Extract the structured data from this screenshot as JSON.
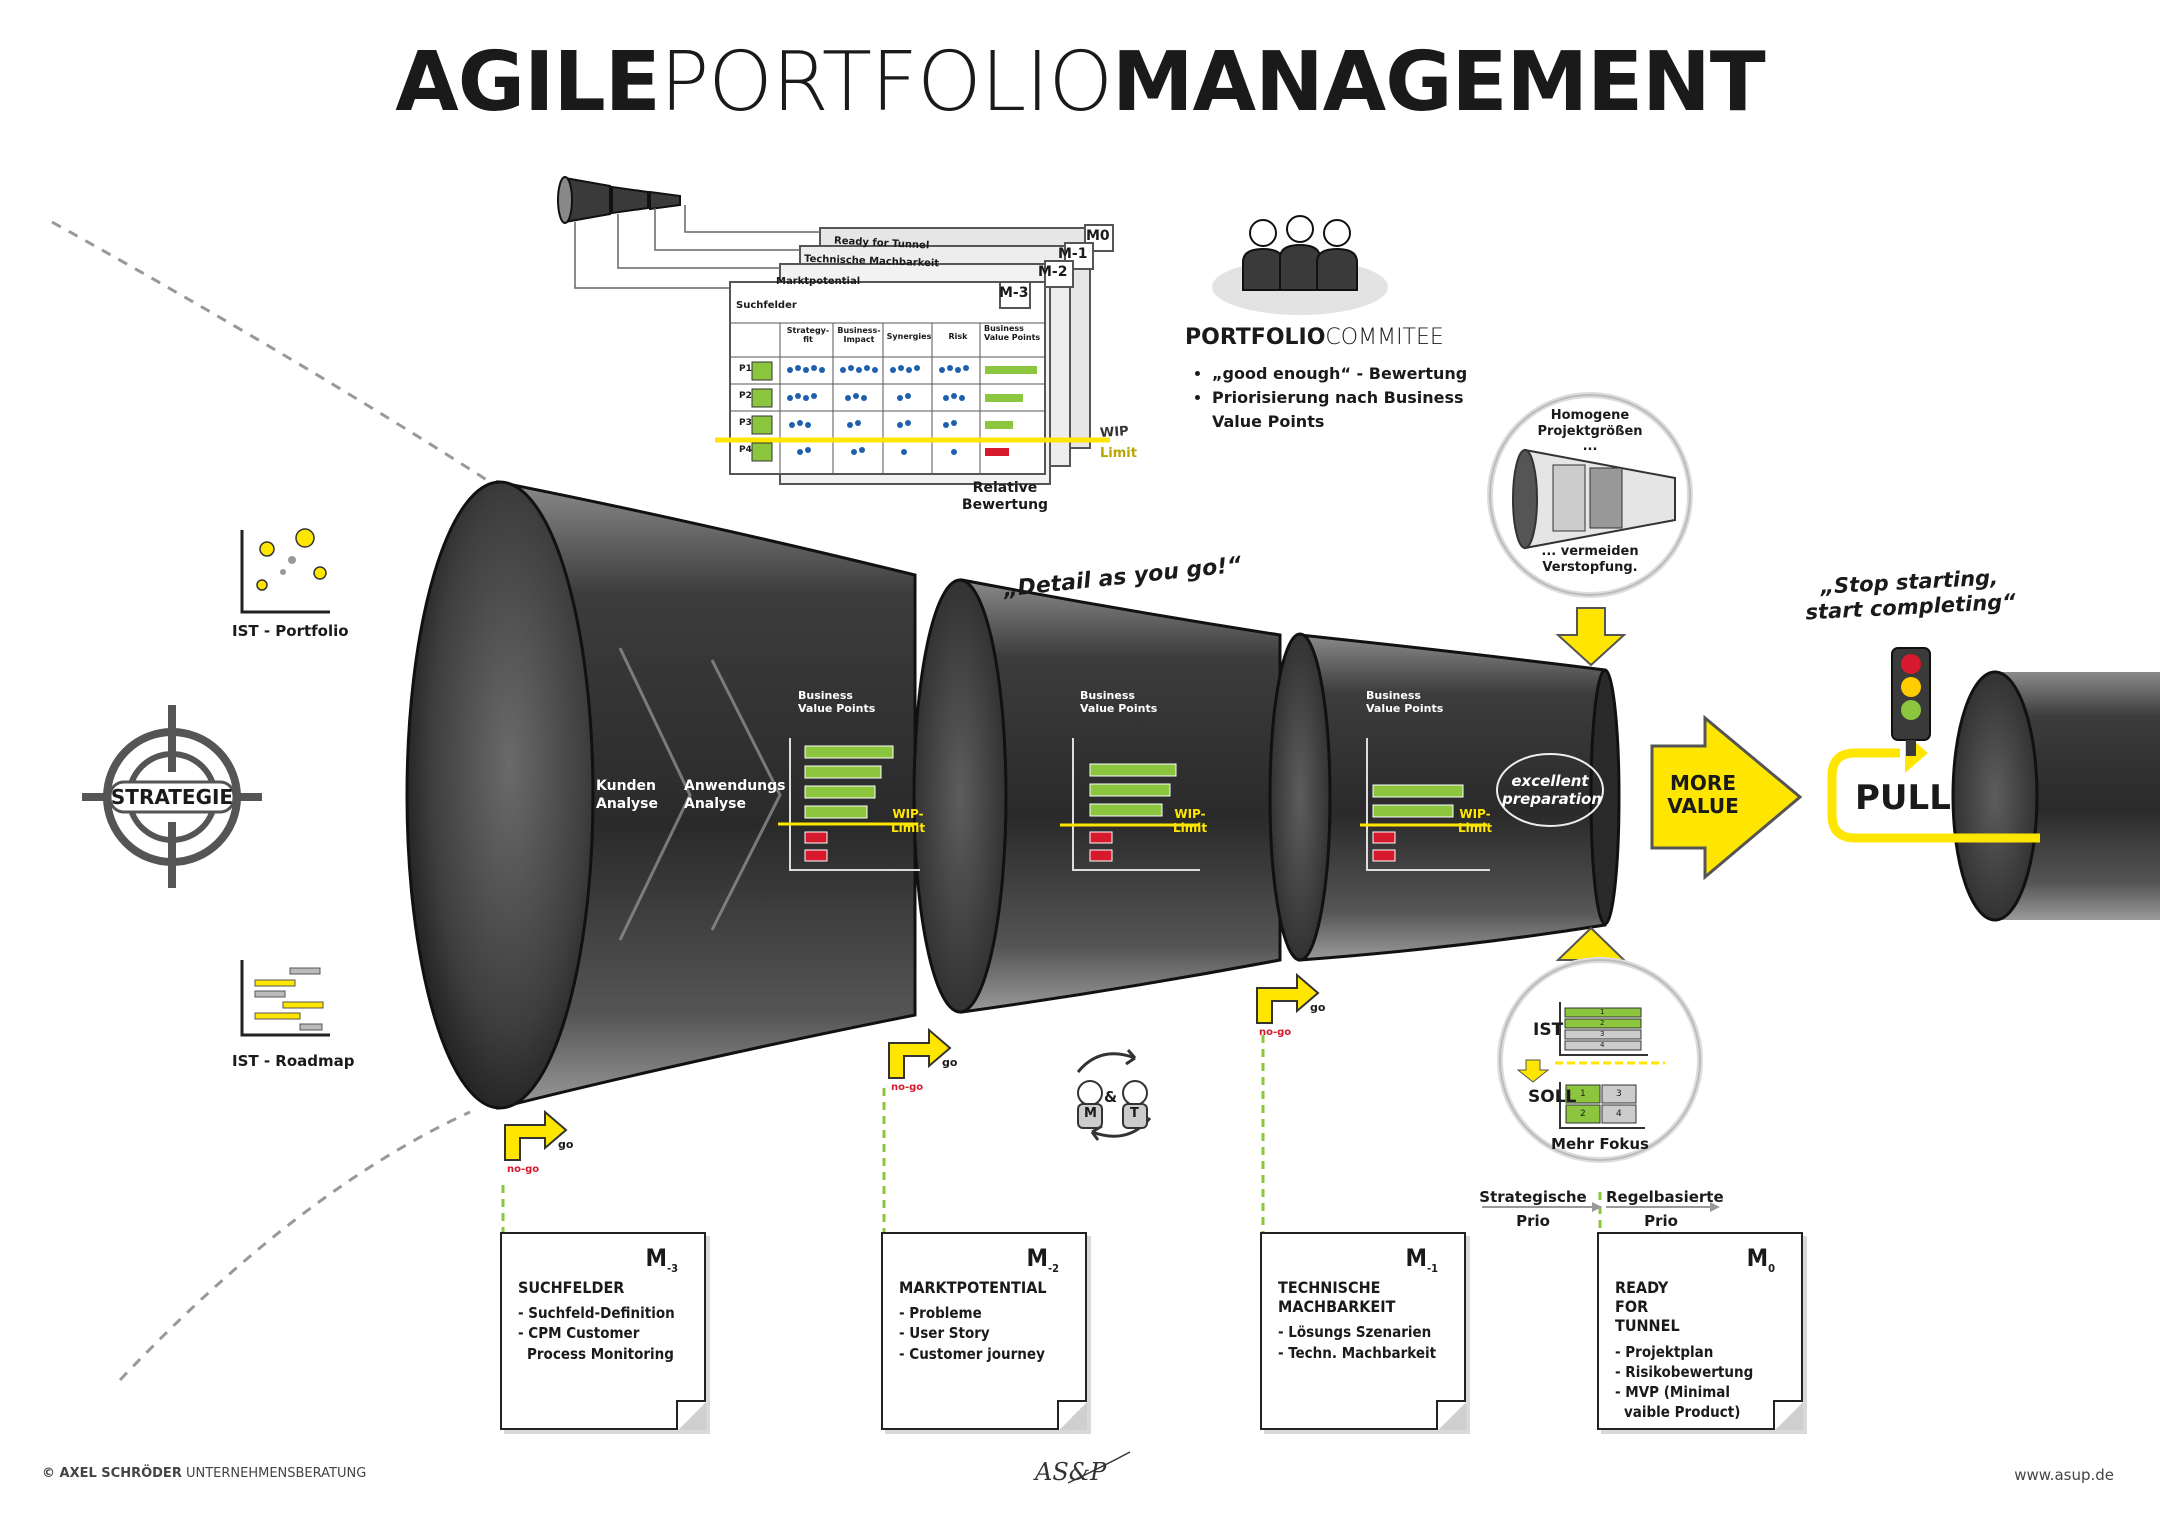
{
  "title": {
    "part1": "AGILE",
    "part2": "PORTFOLIO",
    "part3": "MANAGEMENT"
  },
  "left": {
    "ist_portfolio": "IST - Portfolio",
    "strategie": "STRATEGIE",
    "ist_roadmap": "IST - Roadmap"
  },
  "board": {
    "sheets": [
      "Ready for Tunnel",
      "Technische Machbarkeit",
      "Marktpotential",
      "Suchfelder"
    ],
    "sheet_tags": [
      "M0",
      "M-1",
      "M-2",
      "M-3"
    ],
    "columns": [
      "Strategy-fit",
      "Business-Impact",
      "Synergies",
      "Risk",
      "Business Value Points"
    ],
    "rows": [
      "P1",
      "P2",
      "P3",
      "P4"
    ],
    "wip": "WIP",
    "limit": "Limit",
    "relative": "Relative Bewertung"
  },
  "committee": {
    "title_bold": "PORTFOLIO",
    "title_light": "COMMITEE",
    "bullets": [
      "„good enough“ - Bewertung",
      "Priorisierung nach Business Value Points"
    ]
  },
  "funnel": {
    "kunden": "Kunden Analyse",
    "anwendungs": "Anwendungs Analyse",
    "bvp": "Business Value Points",
    "wip_limit": "WIP-Limit",
    "detail_quote": "„Detail as you go!“",
    "excellent": "excellent preparation"
  },
  "homogen": {
    "top": "Homogene Projektgrößen ...",
    "bottom": "... vermeiden Verstopfung."
  },
  "more_value": "MORE VALUE",
  "stop_quote": "„Stop starting, start completing“",
  "pull": "PULL",
  "mehr_fokus": {
    "ist": "IST",
    "soll": "SOLL",
    "caption": "Mehr Fokus",
    "ist_rows": [
      "1",
      "2",
      "3",
      "4"
    ],
    "soll_cells": [
      "1",
      "3",
      "2",
      "4"
    ]
  },
  "gates": {
    "go": "go",
    "nogo": "no-go"
  },
  "mt": {
    "m": "M",
    "amp": "&",
    "t": "T"
  },
  "prio": {
    "left": "Strategische Prio",
    "right": "Regelbasierte Prio"
  },
  "stages": [
    {
      "tag": "M",
      "sub": "-3",
      "title": "SUCHFELDER",
      "items": [
        "- Suchfeld-Definition",
        "- CPM Customer",
        "Process Monitoring"
      ]
    },
    {
      "tag": "M",
      "sub": "-2",
      "title": "MARKTPOTENTIAL",
      "items": [
        "- Probleme",
        "- User Story",
        "- Customer journey"
      ]
    },
    {
      "tag": "M",
      "sub": "-1",
      "title": "TECHNISCHE MACHBARKEIT",
      "items": [
        "- Lösungs Szenarien",
        "- Techn. Machbarkeit"
      ]
    },
    {
      "tag": "M",
      "sub": "0",
      "title": "READY FOR TUNNEL",
      "items": [
        "- Projektplan",
        "- Risikobewertung",
        "- MVP (Minimal",
        "vaible Product)"
      ]
    }
  ],
  "footer": {
    "left_bold": "© AXEL SCHRÖDER",
    "left_light": "UNTERNEHMENSBERATUNG",
    "logo": "AS&P",
    "right": "www.asup.de"
  },
  "colors": {
    "green": "#8cc63f",
    "yellow": "#ffe600",
    "red": "#d7192e",
    "dark": "#3a3a3a",
    "blue": "#1f5fae"
  }
}
